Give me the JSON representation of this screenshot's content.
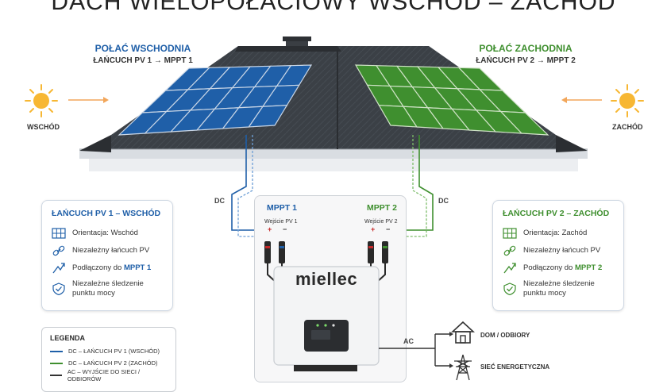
{
  "title": "DACH WIELOPOŁACIOWY WSCHÓD – ZACHÓD",
  "roof": {
    "east": {
      "name": "POŁAĆ WSCHODNIA",
      "chain": "ŁAŃCUCH PV 1 → MPPT 1",
      "color": "#1f5fa8"
    },
    "west": {
      "name": "POŁAĆ ZACHODNIA",
      "chain": "ŁAŃCUCH PV 2 → MPPT 2",
      "color": "#3f8f2f"
    }
  },
  "sun": {
    "east_label": "WSCHÓD",
    "west_label": "ZACHÓD"
  },
  "dc_label": "DC",
  "ac_label": "AC",
  "inverter": {
    "brand": "miellec",
    "mppt1": "MPPT 1",
    "mppt2": "MPPT 2",
    "input1": "Wejście PV 1",
    "input2": "Wejście PV 2",
    "plus": "+",
    "minus": "−"
  },
  "card_left": {
    "title": "ŁAŃCUCH PV 1 – WSCHÓD",
    "items": [
      {
        "icon": "solar-panel-icon",
        "text": "Orientacja: Wschód"
      },
      {
        "icon": "link-icon",
        "text": "Niezależny łańcuch PV"
      },
      {
        "icon": "connection-icon",
        "text": "Podłączony do ",
        "accent": "MPPT 1"
      },
      {
        "icon": "shield-check-icon",
        "text": "Niezależne śledzenie",
        "text2": "punktu mocy"
      }
    ]
  },
  "card_right": {
    "title": "ŁAŃCUCH PV 2 – ZACHÓD",
    "items": [
      {
        "icon": "solar-panel-icon",
        "text": "Orientacja: Zachód"
      },
      {
        "icon": "link-icon",
        "text": "Niezależny łańcuch PV"
      },
      {
        "icon": "connection-icon",
        "text": "Podłączony do ",
        "accent": "MPPT 2"
      },
      {
        "icon": "shield-check-icon",
        "text": "Niezależne śledzenie",
        "text2": "punktu mocy"
      }
    ]
  },
  "legend": {
    "title": "LEGENDA",
    "items": [
      {
        "text": "DC – ŁAŃCUCH PV 1 (WSCHÓD)",
        "color": "#1f5fa8"
      },
      {
        "text": "DC – ŁAŃCUCH PV 2 (ZACHÓD)",
        "color": "#3f8f2f"
      },
      {
        "text": "AC – WYJŚCIE DO SIECI / ODBIORÓW",
        "color": "#333333"
      }
    ]
  },
  "outputs": {
    "home": "DOM / ODBIORY",
    "grid": "SIEĆ ENERGETYCZNA"
  }
}
